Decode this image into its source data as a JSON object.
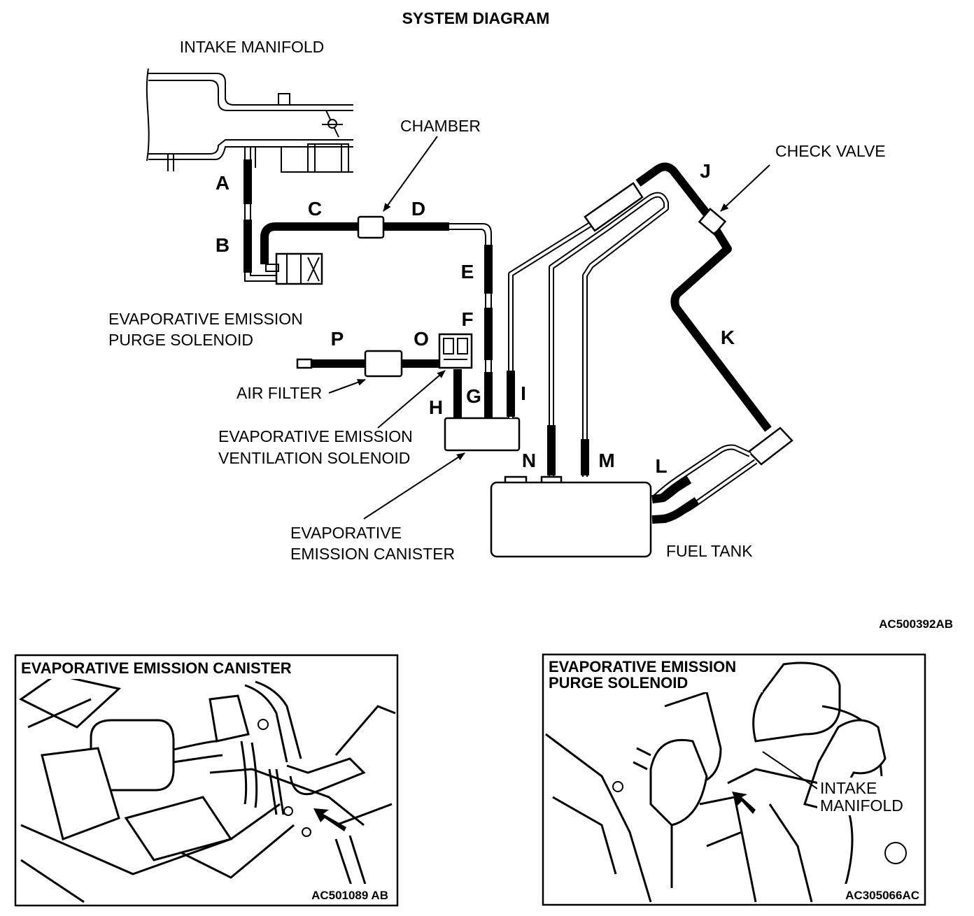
{
  "diagram": {
    "title": "SYSTEM DIAGRAM",
    "code": "AC500392AB",
    "labels": {
      "intake_manifold": "INTAKE MANIFOLD",
      "chamber": "CHAMBER",
      "check_valve": "CHECK VALVE",
      "purge_solenoid_1": "EVAPORATIVE EMISSION",
      "purge_solenoid_2": "PURGE SOLENOID",
      "air_filter": "AIR FILTER",
      "vent_solenoid_1": "EVAPORATIVE EMISSION",
      "vent_solenoid_2": "VENTILATION SOLENOID",
      "canister_1": "EVAPORATIVE",
      "canister_2": "EMISSION CANISTER",
      "fuel_tank": "FUEL TANK"
    },
    "hose_letters": {
      "A": "A",
      "B": "B",
      "C": "C",
      "D": "D",
      "E": "E",
      "F": "F",
      "G": "G",
      "H": "H",
      "I": "I",
      "J": "J",
      "K": "K",
      "L": "L",
      "M": "M",
      "N": "N",
      "O": "O",
      "P": "P"
    }
  },
  "photo_left": {
    "title": "EVAPORATIVE EMISSION CANISTER",
    "code": "AC501089 AB"
  },
  "photo_right": {
    "title_1": "EVAPORATIVE EMISSION",
    "title_2": "PURGE SOLENOID",
    "label_1": "INTAKE",
    "label_2": "MANIFOLD",
    "code": "AC305066AC"
  }
}
